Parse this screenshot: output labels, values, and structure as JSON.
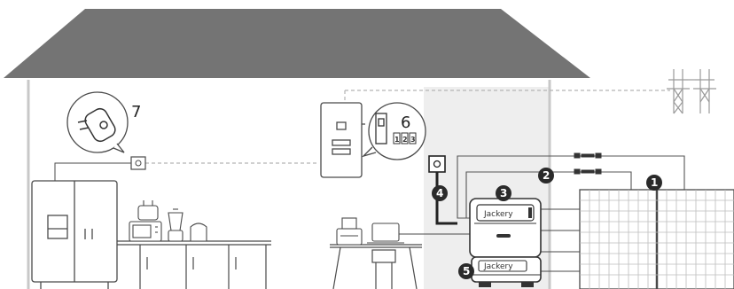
{
  "callouts": {
    "smart_plug": "7",
    "breaker": "6",
    "panels": "1",
    "connector": "2",
    "battery": "3",
    "outlet_cable": "4",
    "expansion": "5"
  },
  "brand": {
    "main_unit": "Jackery",
    "expansion_unit": "Jackery"
  },
  "breaker_cells": [
    "1",
    "2",
    "3"
  ],
  "colors": {
    "roof": "#747474",
    "wall_line": "#c8c8c8",
    "stroke": "#4a4a4a",
    "utility_zone": "#eeeeee",
    "badge": "#2a2a2a",
    "dashed_line": "#b5b5b5"
  }
}
